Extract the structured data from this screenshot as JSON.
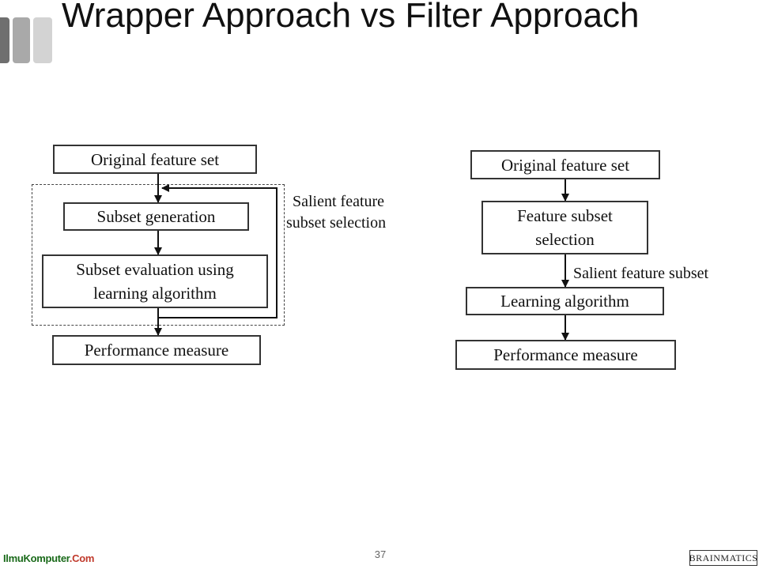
{
  "slide": {
    "title": "Wrapper Approach vs Filter Approach",
    "page_number": "37"
  },
  "colors": {
    "accent_bar_dark": "#6f6f6f",
    "accent_bar_mid": "#a9a9a9",
    "accent_bar_light": "#d3d3d3"
  },
  "wrapper_diagram": {
    "original_feature_set": "Original feature set",
    "subset_generation": "Subset generation",
    "subset_evaluation_line1": "Subset evaluation using",
    "subset_evaluation_line2": "learning algorithm",
    "performance_measure": "Performance measure",
    "note_line1": "Salient feature",
    "note_line2": "subset selection"
  },
  "filter_diagram": {
    "original_feature_set": "Original feature set",
    "feature_subset_selection_line1": "Feature subset",
    "feature_subset_selection_line2": "selection",
    "salient_feature_subset": "Salient feature subset",
    "learning_algorithm": "Learning algorithm",
    "performance_measure": "Performance measure"
  },
  "footer": {
    "logo_left_part1": "IlmuKomputer",
    "logo_left_part2": ".Com",
    "logo_right": "BRAINMATICS"
  }
}
